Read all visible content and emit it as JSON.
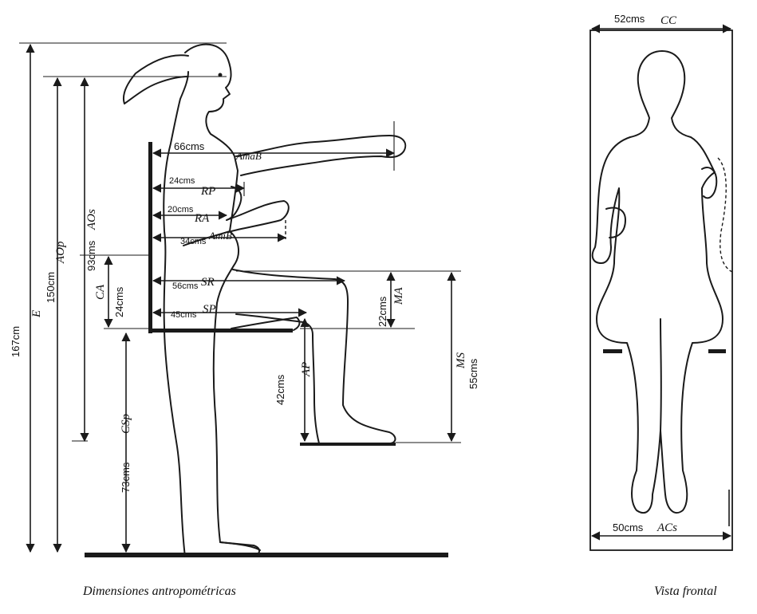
{
  "side": {
    "caption": "Dimensiones antropométricas",
    "E": {
      "abbr": "E",
      "value": "167cm"
    },
    "AOp": {
      "abbr": "AOp",
      "value": "150cm"
    },
    "AOs": {
      "abbr": "AOs",
      "value": "93cms"
    },
    "CA": {
      "abbr": "CA",
      "value": "24cms"
    },
    "CSp": {
      "abbr": "CSp",
      "value": "73cms"
    },
    "AmaB": {
      "abbr": "AmáB",
      "value": "66cms"
    },
    "RP": {
      "abbr": "RP",
      "value": "24cms"
    },
    "RA": {
      "abbr": "RA",
      "value": "20cms"
    },
    "AmiB": {
      "abbr": "AmiB",
      "value": "34cms"
    },
    "SR": {
      "abbr": "SR",
      "value": "56cms"
    },
    "SP": {
      "abbr": "SP",
      "value": "45cms"
    },
    "MA": {
      "abbr": "MA",
      "value": "22cms"
    },
    "AP": {
      "abbr": "AP",
      "value": "42cms"
    },
    "MS": {
      "abbr": "MS",
      "value": "55cms"
    }
  },
  "front": {
    "caption": "Vista frontal",
    "CC": {
      "abbr": "CC",
      "value": "52cms"
    },
    "ACs": {
      "abbr": "ACs",
      "value": "50cms"
    }
  }
}
